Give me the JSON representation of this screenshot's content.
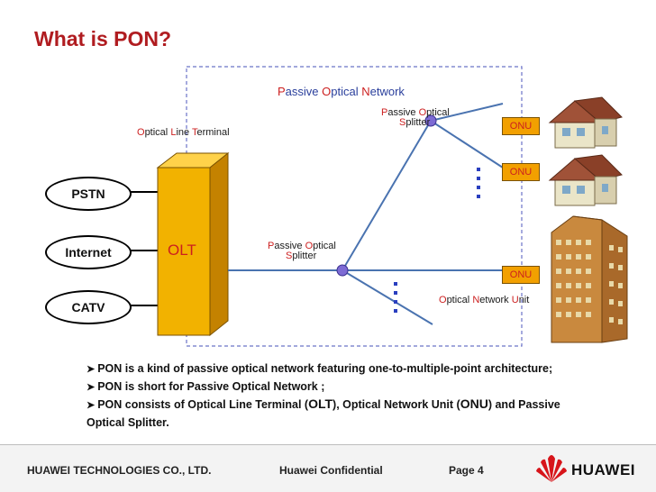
{
  "title": "What is PON?",
  "diagram": {
    "pon_label": {
      "p1": "P",
      "t1": "assive ",
      "p2": "O",
      "t2": "ptical ",
      "p3": "N",
      "t3": "etwork"
    },
    "olt_label": {
      "p1": "O",
      "t1": "ptical ",
      "p2": "L",
      "t2": "ine ",
      "p3": "T",
      "t3": "erminal"
    },
    "onu_label": {
      "p1": "O",
      "t1": "ptical ",
      "p2": "N",
      "t2": "etwork ",
      "p3": "U",
      "t3": "nit"
    },
    "splitter_label": {
      "p1": "P",
      "t1": "assive ",
      "p2": "O",
      "t2": "ptical",
      "p3": "S",
      "t3": "plitter"
    },
    "services": [
      "PSTN",
      "Internet",
      "CATV"
    ],
    "olt_text": "OLT",
    "onu_text": "ONU"
  },
  "bullets": [
    "PON is a kind of passive optical network featuring one-to-multiple-point architecture;",
    "PON is short for Passive Optical Network ;",
    {
      "a": "PON consists of Optical Line Terminal (",
      "b": "OLT",
      "c": "), Optical Network Unit (",
      "d": "ONU",
      "e": ") and Passive Optical Splitter."
    }
  ],
  "footer": {
    "company": "HUAWEI TECHNOLOGIES CO., LTD.",
    "confidential": "Huawei Confidential",
    "page": "Page 4",
    "logo_text": "HUAWEI"
  },
  "colors": {
    "title": "#b01c20",
    "accent": "#cc1f1f",
    "olt_fill": "#f2a000",
    "onu_fill": "#f2a000",
    "splitter": "#7d6bd4"
  }
}
